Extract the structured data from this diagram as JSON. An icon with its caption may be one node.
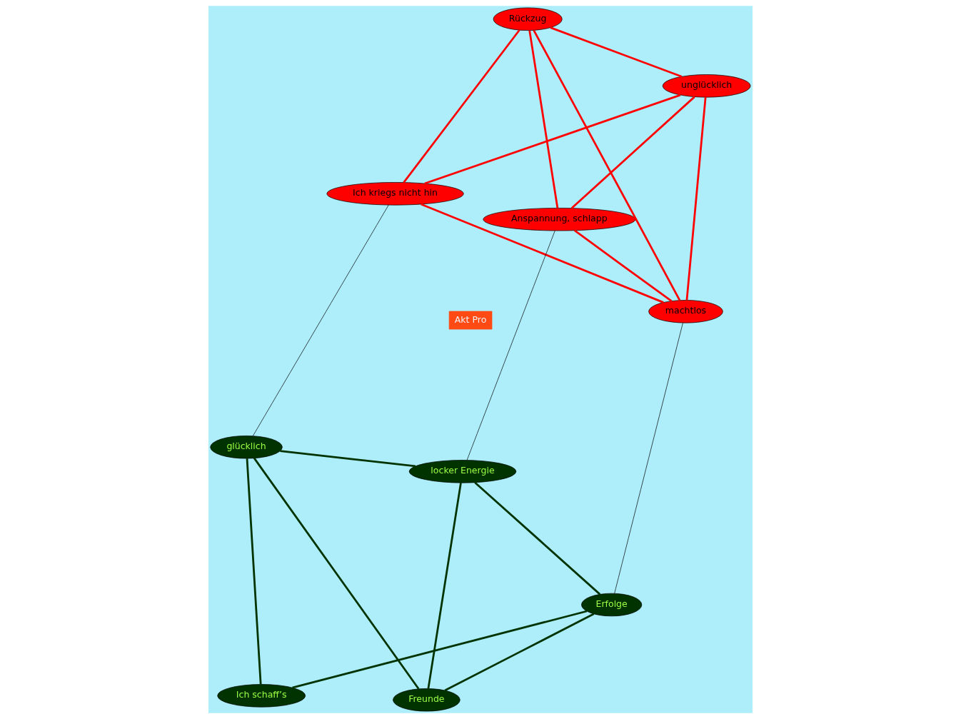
{
  "diagram": {
    "nodes": [
      {
        "text": [
          "Ich kriegs nicht hin"
        ]
      },
      {
        "text": [
          "unglücklich"
        ]
      },
      {
        "text": [
          "machtlos"
        ]
      },
      {
        "text": [
          "Anspannung, schlapp"
        ]
      },
      {
        "text": [
          "Rückzug"
        ]
      },
      {
        "text": [
          "Ich schaff’s"
        ]
      },
      {
        "text": [
          "glücklich"
        ]
      },
      {
        "text": [
          "Erfolge"
        ]
      },
      {
        "text": [
          "locker Energie"
        ]
      },
      {
        "text": [
          "Freunde"
        ]
      },
      {
        "text": [
          "Akt Pro"
        ]
      }
    ],
    "edges": [
      {
        "from": 0,
        "to": 1,
        "arrow": "none",
        "color": "#ff0000"
      },
      {
        "from": 0,
        "to": 2,
        "arrow": "none",
        "color": "#ff0000"
      },
      {
        "from": 0,
        "to": 4,
        "arrow": "none",
        "color": "#ff0000"
      },
      {
        "from": 2,
        "to": 1,
        "arrow": "none",
        "color": "#ff0000"
      },
      {
        "from": 1,
        "to": 4,
        "arrow": "none",
        "color": "#ff0000"
      },
      {
        "from": 1,
        "to": 3,
        "arrow": "none",
        "color": "#ff0000"
      },
      {
        "from": 2,
        "to": 3,
        "arrow": "none",
        "color": "#ff0000"
      },
      {
        "from": 2,
        "to": 4,
        "arrow": "none",
        "color": "#ff0000"
      },
      {
        "from": 4,
        "to": 3,
        "arrow": "none",
        "color": "#ff0000"
      },
      {
        "from": 5,
        "to": 6,
        "arrow": "none",
        "color": "#003300"
      },
      {
        "from": 5,
        "to": 7,
        "arrow": "none",
        "color": "#003300"
      },
      {
        "from": 6,
        "to": 9,
        "arrow": "none",
        "color": "#003300"
      },
      {
        "from": 6,
        "to": 8,
        "arrow": "none",
        "color": "#003300"
      },
      {
        "from": 7,
        "to": 8,
        "arrow": "none",
        "color": "#003300"
      },
      {
        "from": 7,
        "to": 9,
        "arrow": "none",
        "color": "#003300"
      },
      {
        "from": 9,
        "to": 8,
        "arrow": "none",
        "color": "#003300"
      },
      {
        "from": 0,
        "to": 6,
        "arrow": "none",
        "color": "#000000"
      },
      {
        "from": 2,
        "to": 7,
        "arrow": "none",
        "color": "#000000"
      },
      {
        "from": 3,
        "to": 8,
        "arrow": "none",
        "color": "#000000"
      }
    ]
  }
}
